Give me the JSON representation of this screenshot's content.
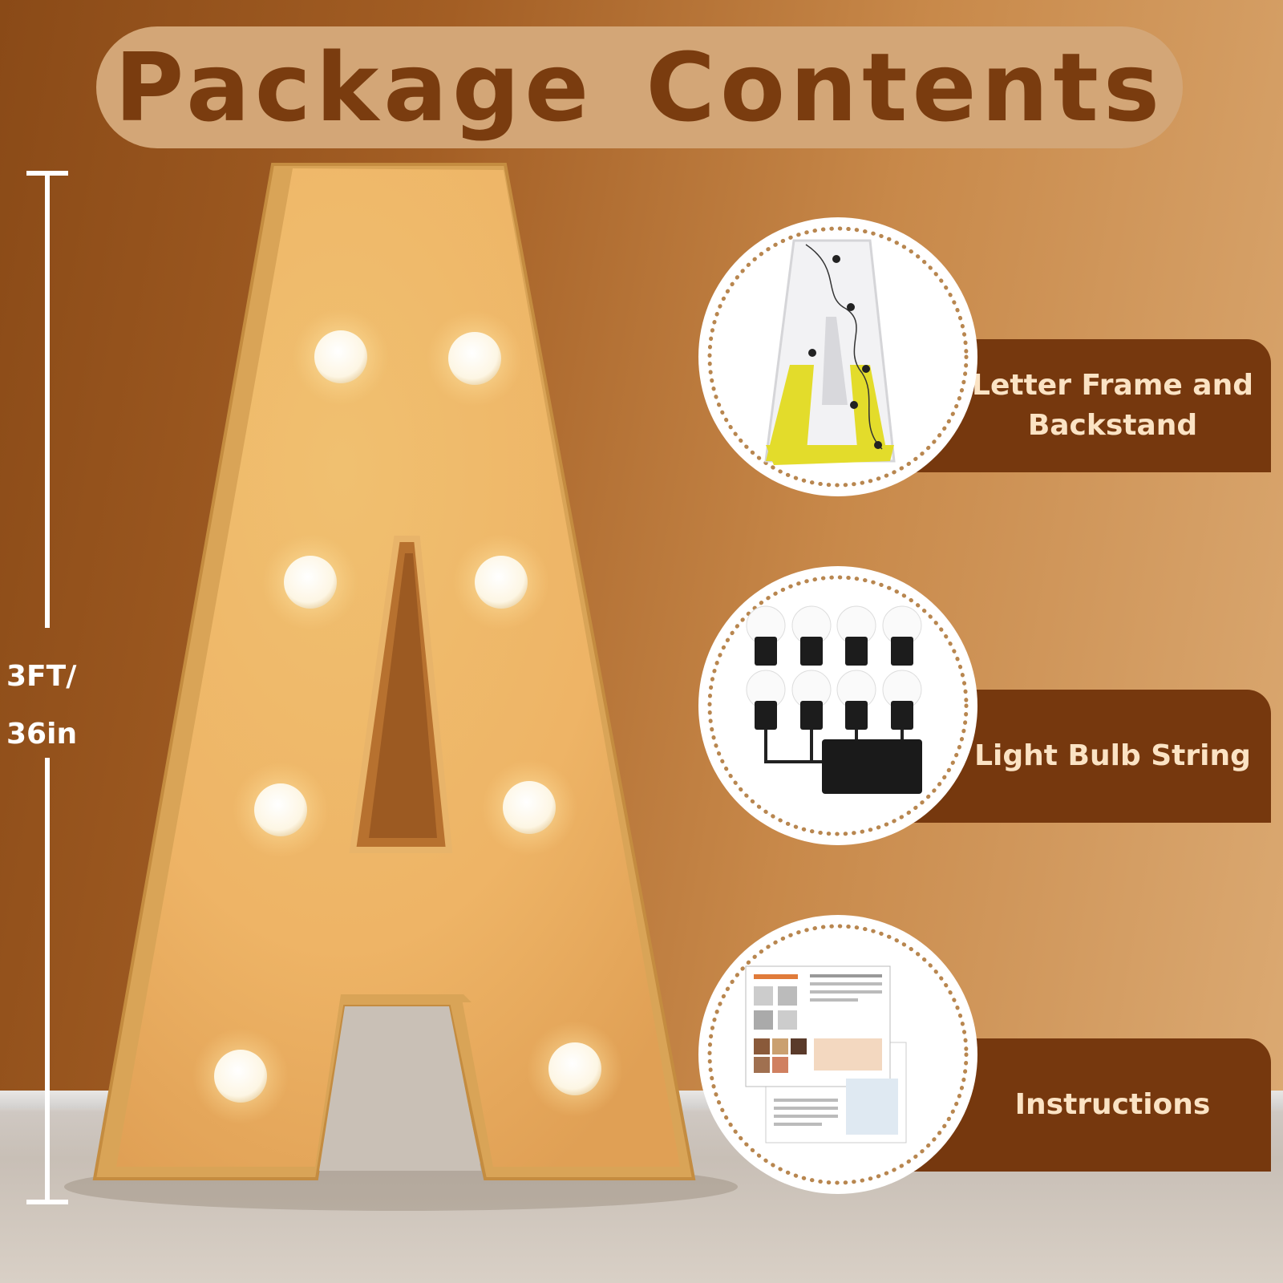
{
  "title": "Package Contents",
  "dimension": {
    "line1": "3FT/",
    "line2": "36in"
  },
  "items": [
    {
      "label": "Letter Frame and Backstand",
      "icon": "letter-frame-icon"
    },
    {
      "label": "Light Bulb String",
      "icon": "bulb-string-icon"
    },
    {
      "label": "Instructions",
      "icon": "instructions-sheet-icon"
    }
  ],
  "colors": {
    "title_pill": "#d3a677",
    "title_text": "#7a3c0f",
    "band": "#76380e",
    "band_text": "#fbe3c4",
    "dot_border": "#b8864f"
  }
}
